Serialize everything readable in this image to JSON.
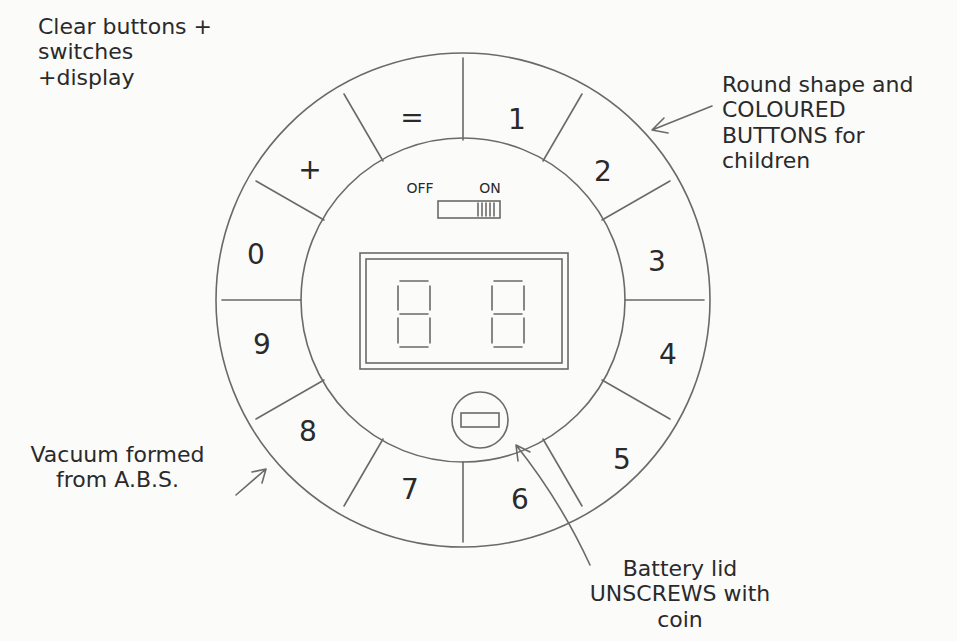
{
  "diagram": {
    "labels": [
      "Clear buttons + switches +display",
      "=",
      "1",
      "Round shape and COLOURED BUTTONS for children",
      "+",
      "2",
      "OFF",
      "ON",
      "3",
      "0",
      "9",
      "4",
      "8",
      "5",
      "Vacuum formed from A.B.S.",
      "7",
      "6",
      "Battery lid UNSCREWS with coin"
    ]
  }
}
